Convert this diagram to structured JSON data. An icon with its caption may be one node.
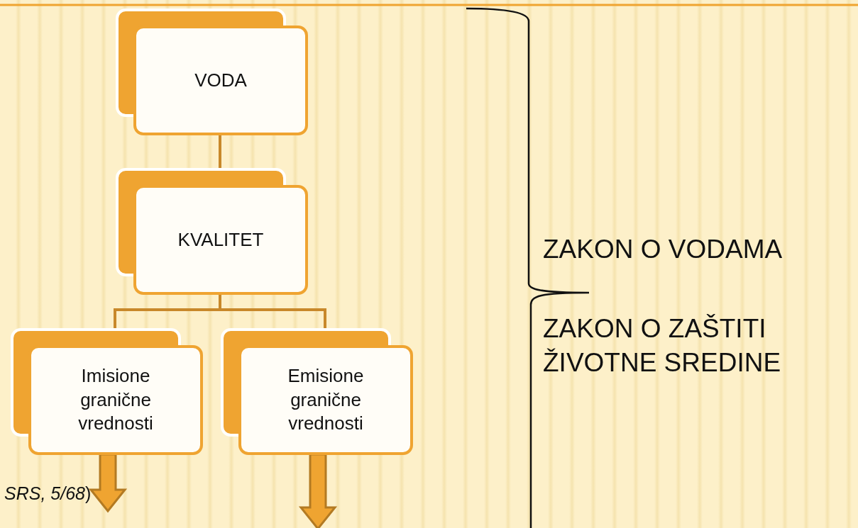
{
  "diagram": {
    "nodes": [
      {
        "text": [
          "VODA"
        ]
      },
      {
        "text": [
          "KVALITET"
        ]
      },
      {
        "text": [
          "Imisione granične vrednosti"
        ]
      },
      {
        "text": [
          "Emisione granične vrednosti"
        ]
      }
    ],
    "edges": [
      {
        "from": 0,
        "to": 1,
        "arrow": "none"
      },
      {
        "from": 1,
        "to": 2,
        "arrow": "none"
      },
      {
        "from": 1,
        "to": 3,
        "arrow": "none"
      },
      {
        "from": 2,
        "to": null,
        "arrow": "to",
        "style": "thick"
      },
      {
        "from": 3,
        "to": null,
        "arrow": "to",
        "style": "thick"
      }
    ],
    "labels": [
      "ZAKON O VODAMA",
      "ZAKON O ZAŠTITI ŽIVOTNE SREDINE",
      "*SRS, 5/68*)"
    ]
  }
}
